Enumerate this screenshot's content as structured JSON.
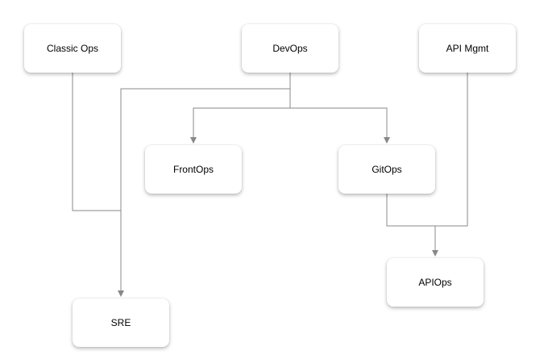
{
  "diagram": {
    "line_color": "#888888",
    "nodes": {
      "classic_ops": "Classic Ops",
      "devops": "DevOps",
      "api_mgmt": "API Mgmt",
      "frontops": "FrontOps",
      "gitops": "GitOps",
      "apiops": "APIOps",
      "sre": "SRE"
    },
    "edges": [
      {
        "from": "devops",
        "to": "frontops"
      },
      {
        "from": "devops",
        "to": "gitops"
      },
      {
        "from": "devops",
        "to": "sre"
      },
      {
        "from": "classic_ops",
        "to": "sre"
      },
      {
        "from": "gitops",
        "to": "apiops"
      },
      {
        "from": "api_mgmt",
        "to": "apiops"
      }
    ]
  }
}
